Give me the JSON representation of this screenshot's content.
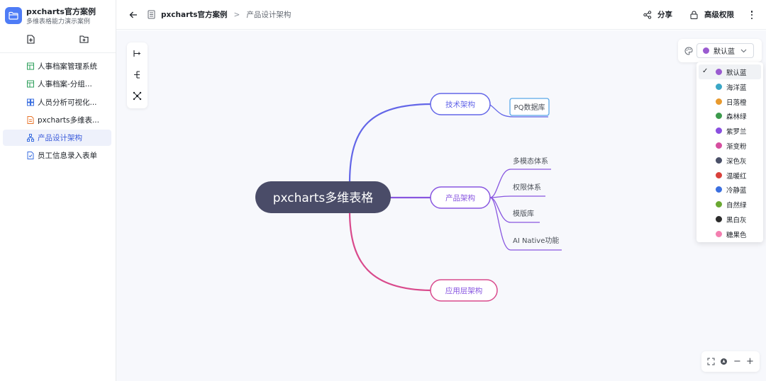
{
  "app": {
    "title": "pxcharts官方案例",
    "subtitle": "多维表格能力演示案例"
  },
  "nav": [
    {
      "label": "人事档案管理系统",
      "icon": "table-icon",
      "color": "#2e9f5b"
    },
    {
      "label": "人事档案-分组...",
      "icon": "table-icon",
      "color": "#2e9f5b"
    },
    {
      "label": "人员分析可视化...",
      "icon": "dashboard-icon",
      "color": "#3b6fe0"
    },
    {
      "label": "pxcharts多维表...",
      "icon": "doc-icon",
      "color": "#e8762c"
    },
    {
      "label": "产品设计架构",
      "icon": "mindmap-icon",
      "color": "#3b6fe0",
      "active": true
    },
    {
      "label": "员工信息录入表单",
      "icon": "form-icon",
      "color": "#3b6fe0"
    }
  ],
  "breadcrumb": {
    "app": "pxcharts官方案例",
    "separator": ">",
    "page": "产品设计架构"
  },
  "toolbar": {
    "share_label": "分享",
    "permission_label": "高级权限"
  },
  "mindmap": {
    "root": "pxcharts多维表格",
    "branches": [
      {
        "label": "技术架构",
        "color": "#6366e8",
        "children": [
          "PQ数据库"
        ]
      },
      {
        "label": "产品架构",
        "color": "#8856e0",
        "children": [
          "多模态体系",
          "权限体系",
          "模版库",
          "AI Native功能"
        ]
      },
      {
        "label": "应用层架构",
        "color": "#d94a8c",
        "children": []
      }
    ]
  },
  "theme": {
    "selected": "默认蓝",
    "selected_color": "#9a5bd0",
    "options": [
      {
        "label": "默认蓝",
        "color": "#9a5bd0"
      },
      {
        "label": "海洋蓝",
        "color": "#3aa7c6"
      },
      {
        "label": "日落橙",
        "color": "#e89a2e"
      },
      {
        "label": "森林绿",
        "color": "#3c9a4c"
      },
      {
        "label": "紫罗兰",
        "color": "#8a4fe0"
      },
      {
        "label": "渐变粉",
        "color": "#d64fa0"
      },
      {
        "label": "深色灰",
        "color": "#4a5068"
      },
      {
        "label": "温暖红",
        "color": "#d9413b"
      },
      {
        "label": "冷静蓝",
        "color": "#3b6fe0"
      },
      {
        "label": "自然绿",
        "color": "#6aa832"
      },
      {
        "label": "黑白灰",
        "color": "#2b2b2b"
      },
      {
        "label": "糖果色",
        "color": "#f37fb0"
      }
    ]
  },
  "zoom": {
    "minus": "−",
    "plus": "+"
  }
}
